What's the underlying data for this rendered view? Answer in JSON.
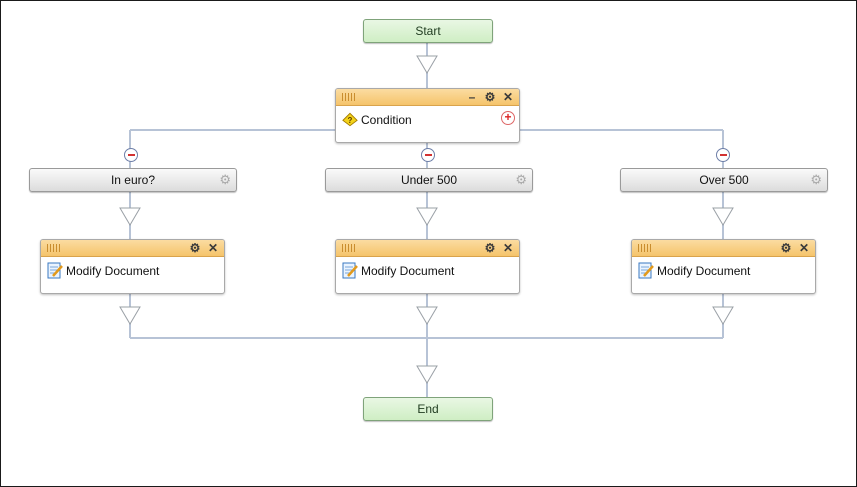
{
  "start": {
    "label": "Start"
  },
  "end": {
    "label": "End"
  },
  "condition": {
    "label": "Condition",
    "icons": {
      "minimize": "minimize-icon",
      "settings": "gear-icon",
      "close": "close-icon",
      "add": "plus-icon",
      "condition": "condition-icon"
    }
  },
  "branches": [
    {
      "label": "In euro?",
      "activity": "Modify Document"
    },
    {
      "label": "Under 500",
      "activity": "Modify Document"
    },
    {
      "label": "Over 500",
      "activity": "Modify Document"
    }
  ],
  "colors": {
    "terminal_fill": "#d5f0cb",
    "node_header": "#f5c46b",
    "connector": "#b7c3d6",
    "remove_icon": "#d23232"
  }
}
